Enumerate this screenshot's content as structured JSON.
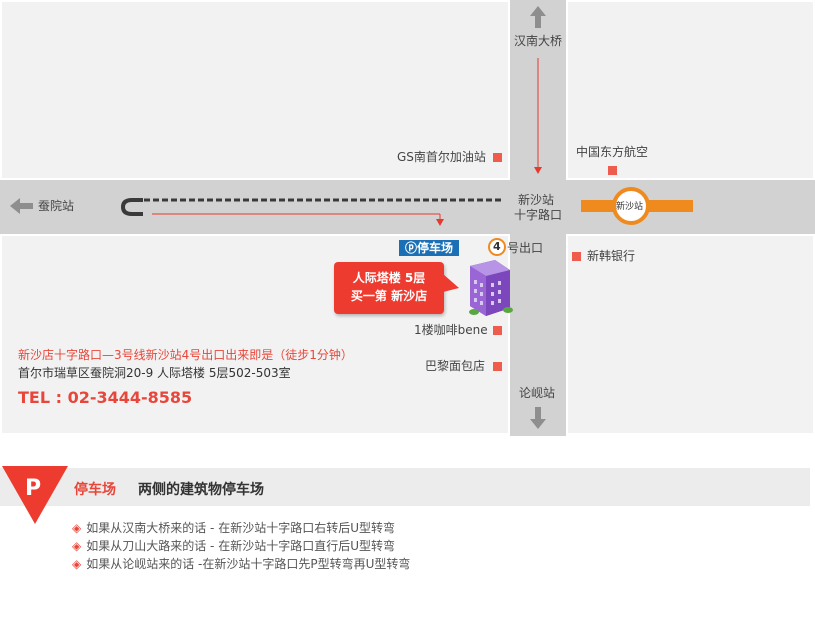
{
  "map": {
    "landmarks": {
      "hannam_bridge": "汉南大桥",
      "gs_station": "GS南首尔加油站",
      "china_eastern": "中国东方航空",
      "jamwon_station": "蚕院站",
      "sinsa_crossroad_line1": "新沙站",
      "sinsa_crossroad_line2": "十字路口",
      "sinsa_station_circle": "新沙站",
      "shinhan_bank": "新韩银行",
      "parking_badge": "ⓟ停车场",
      "exit_number": "4",
      "exit_label": "号出口",
      "cafe_bene": "1楼咖啡bene",
      "paris_baguette": "巴黎面包店",
      "nonhyeon_station": "论岘站"
    },
    "callout": {
      "line1": "人际塔楼 5层",
      "line2": "买一第 新沙店"
    },
    "address": {
      "directions": "新沙店十字路口—3号线新沙站4号出口出来即是（徒步1分钟）",
      "street": "首尔市瑞草区蚕院洞20-9 人际塔楼 5层502-503室",
      "tel": "TEL : 02-3444-8585"
    },
    "colors": {
      "accent": "#ed3b2f",
      "road": "#d2d2d2",
      "block": "#f2f2f2",
      "line3": "#ef8a1f",
      "parking": "#1b6fb5",
      "building": "#8a55c8"
    }
  },
  "parking": {
    "icon_letter": "P",
    "title": "停车场",
    "subtitle": "两侧的建筑物停车场",
    "bullet_icon": "◈",
    "routes": [
      "如果从汉南大桥来的话 - 在新沙站十字路口右转后U型转弯",
      "如果从刀山大路来的话 - 在新沙站十字路口直行后U型转弯",
      "如果从论岘站来的话 -在新沙站十字路口先P型转弯再U型转弯"
    ]
  }
}
